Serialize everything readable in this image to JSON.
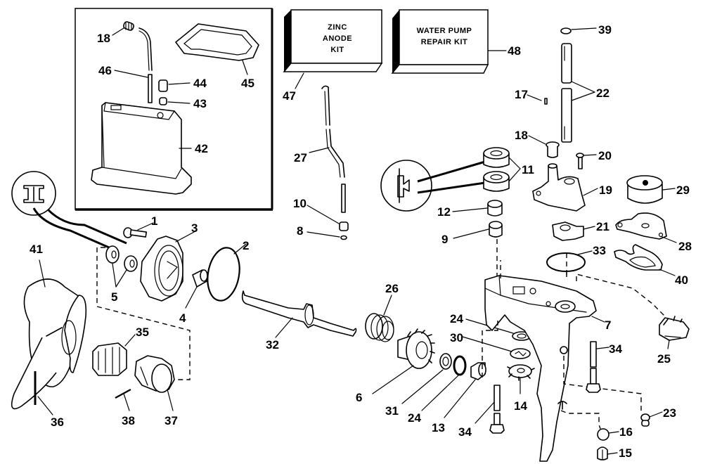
{
  "diagram": {
    "type": "exploded-parts-diagram",
    "subject": "outboard motor lower unit / gearcase",
    "kits": [
      {
        "id": "zinc-anode-kit",
        "lines": [
          "ZINC",
          "ANODE",
          "KIT"
        ],
        "callout": "47"
      },
      {
        "id": "water-pump-repair-kit",
        "lines": [
          "WATER PUMP",
          "REPAIR KIT"
        ],
        "callout": "48"
      }
    ],
    "inset": {
      "callouts": [
        "18",
        "46",
        "44",
        "43",
        "42",
        "45"
      ]
    },
    "callouts": {
      "c1": "1",
      "c2": "2",
      "c3": "3",
      "c4": "4",
      "c5": "5",
      "c6": "6",
      "c7": "7",
      "c8": "8",
      "c9": "9",
      "c10": "10",
      "c11": "11",
      "c12": "12",
      "c13": "13",
      "c14": "14",
      "c15": "15",
      "c16": "16",
      "c17": "17",
      "c18": "18",
      "c19": "19",
      "c20": "20",
      "c21": "21",
      "c22": "22",
      "c23": "23",
      "c24a": "24",
      "c24b": "24",
      "c25": "25",
      "c26": "26",
      "c27": "27",
      "c28": "28",
      "c29": "29",
      "c30": "30",
      "c31": "31",
      "c32": "32",
      "c33": "33",
      "c34a": "34",
      "c34b": "34",
      "c35": "35",
      "c36": "36",
      "c37": "37",
      "c38": "38",
      "c39": "39",
      "c40": "40",
      "c41": "41",
      "c18i": "18",
      "c42": "42",
      "c43": "43",
      "c44": "44",
      "c45": "45",
      "c46": "46",
      "c47": "47",
      "c48": "48"
    }
  }
}
